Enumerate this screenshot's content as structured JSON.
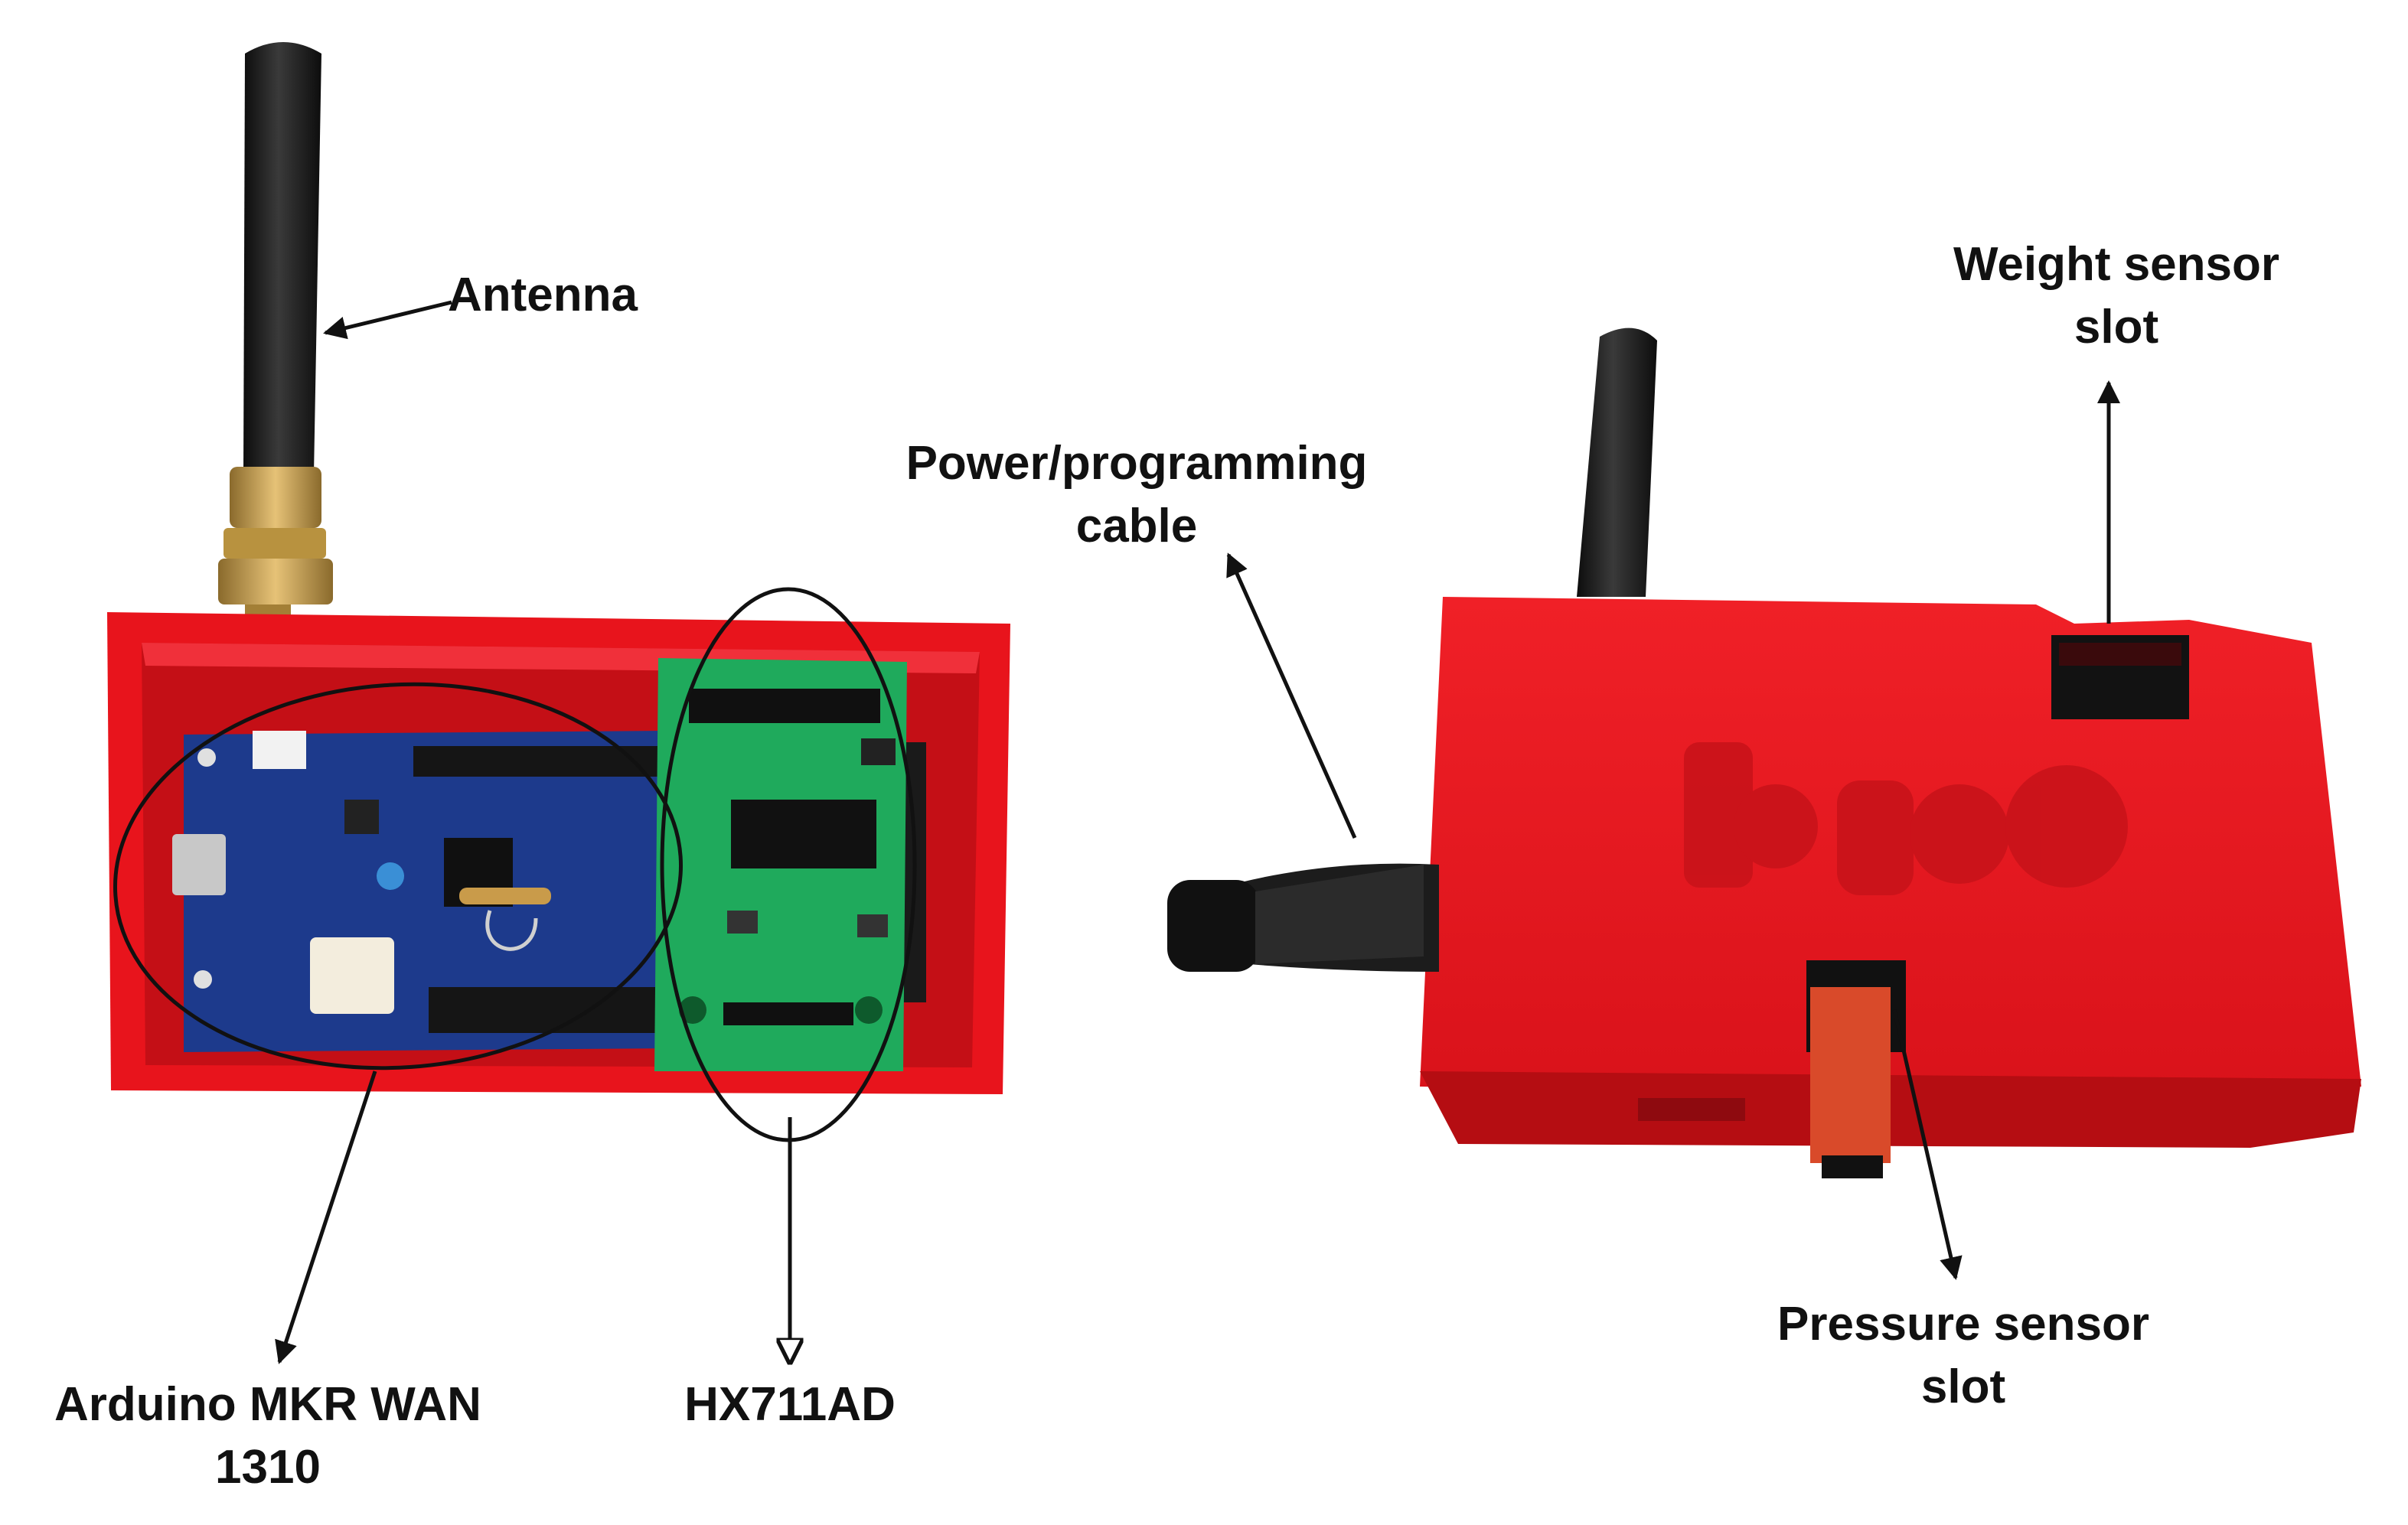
{
  "labels": {
    "antenna": "Antenna",
    "arduino_line1": "Arduino MKR WAN",
    "arduino_line2": "1310",
    "hx711": "HX711AD",
    "power_line1": "Power/programming",
    "power_line2": "cable",
    "weight_line1": "Weight sensor",
    "weight_line2": "slot",
    "pressure_line1": "Pressure sensor",
    "pressure_line2": "slot"
  },
  "colors": {
    "enclosure": "#e8141c",
    "enclosure_dark": "#b50d12",
    "arduino_board": "#1d3a8c",
    "hx711_board": "#1faa5c",
    "antenna": "#1a1a1a",
    "connector_gold": "#c9a14a",
    "annotation": "#111111"
  }
}
